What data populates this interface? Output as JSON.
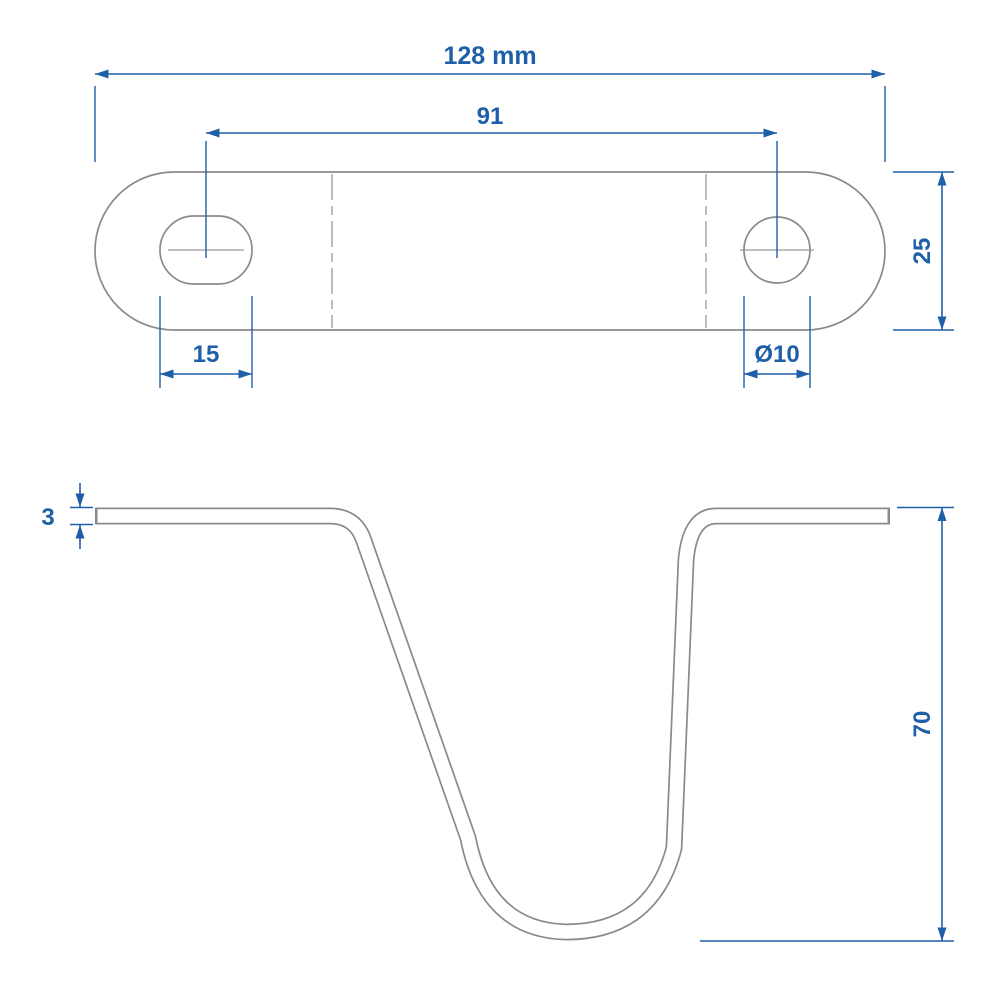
{
  "drawing": {
    "colors": {
      "dimension": "#1f5fa8",
      "outline": "#8a8a8a",
      "background": "#ffffff"
    },
    "top_view": {
      "dim_overall_length": "128 mm",
      "dim_hole_spacing": "91",
      "dim_width": "25",
      "dim_slot_length": "15",
      "dim_hole_diameter": "Ø10"
    },
    "side_view": {
      "dim_thickness": "3",
      "dim_height": "70"
    }
  }
}
